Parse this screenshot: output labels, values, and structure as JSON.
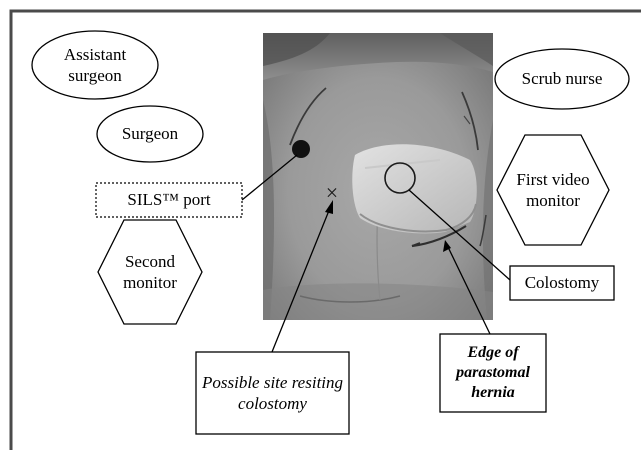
{
  "labels": {
    "assistant_surgeon": "Assistant surgeon",
    "surgeon": "Surgeon",
    "scrub_nurse": "Scrub nurse",
    "sils_port": "SILS™ port",
    "first_video_monitor": "First video monitor",
    "second_monitor": "Second monitor",
    "colostomy": "Colostomy",
    "possible_site": "Possible site resiting colostomy",
    "edge_of_hernia": "Edge of parastomal hernia"
  },
  "marks": {
    "x_mark": "×"
  }
}
